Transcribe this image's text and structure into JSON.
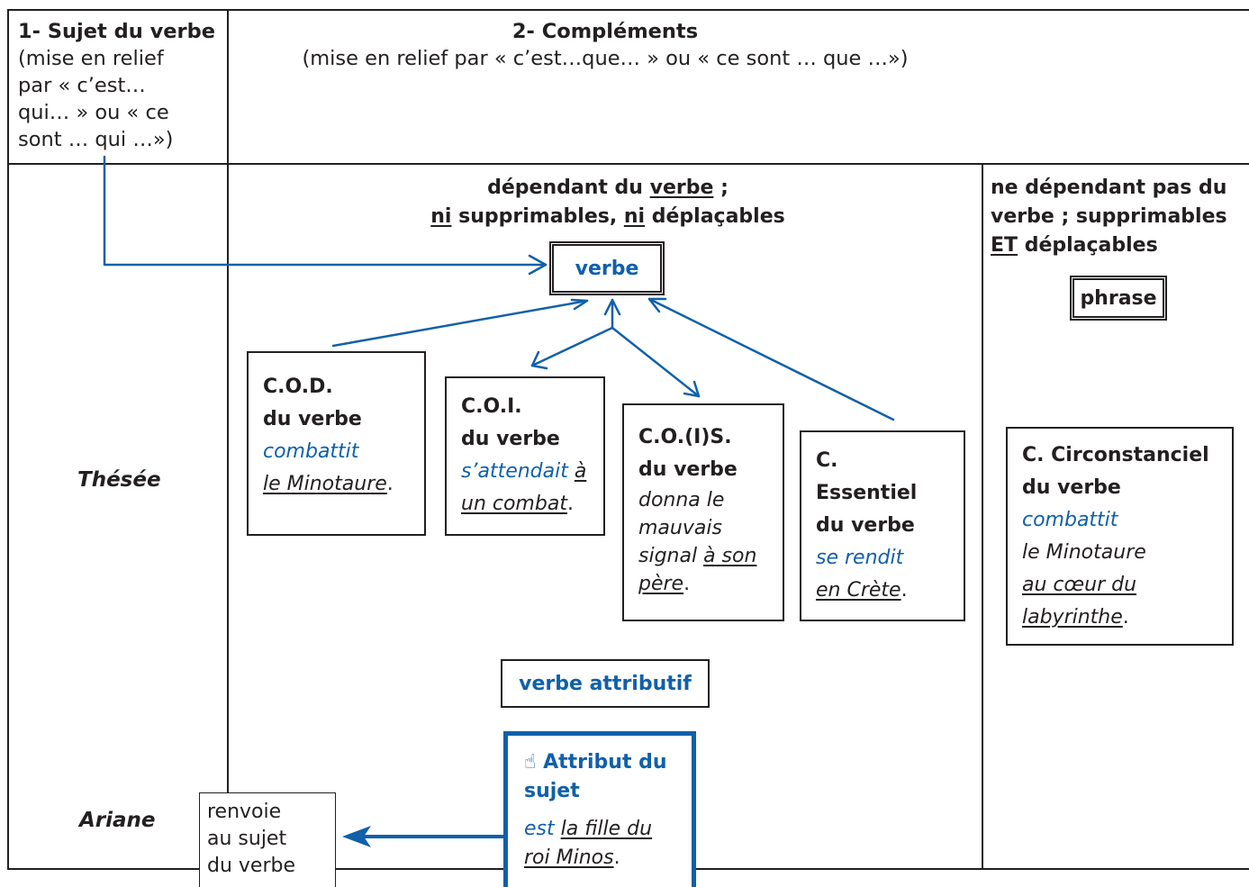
{
  "header": {
    "col1_title": "1- Sujet du verbe",
    "col1_sub": [
      "(mise en relief",
      "par « c’est…",
      "qui… »  ou « ce",
      "sont … qui …»)"
    ],
    "col2_title": "2- Compléments",
    "col2_sub": "(mise en relief par « c’est…que… » ou « ce sont … que …»)"
  },
  "dependent": {
    "title_line1_a": "dépendant du ",
    "title_line1_b": "verbe",
    "title_line1_c": " ;",
    "title_line2_a": "ni",
    "title_line2_b": " supprimables, ",
    "title_line2_c": "ni",
    "title_line2_d": " déplaçables",
    "verbe_box": "verbe"
  },
  "independent": {
    "title_line1": "ne dépendant pas du",
    "title_line2": "verbe ; supprimables",
    "title_line3_a": "ET",
    "title_line3_b": " déplaçables",
    "phrase_box": "phrase"
  },
  "subjects": {
    "row1": "Thésée",
    "row2": "Ariane"
  },
  "complements": {
    "cod": {
      "t1": "C.O.D.",
      "t2": "du verbe",
      "ex1": "combattit",
      "ex2": "le Minotaure",
      "ex2_end": "."
    },
    "coi": {
      "t1": "C.O.I.",
      "t2": "du verbe",
      "ex1_a": "s’attendait ",
      "ex1_b": "à",
      "ex2": "un combat",
      "ex2_end": "."
    },
    "cois": {
      "t1": "C.O.(I)S.",
      "t2": "du verbe",
      "ex1": "donna le",
      "ex2": "mauvais",
      "ex3_a": "signal ",
      "ex3_b": "à son",
      "ex4": "père",
      "ex4_end": "."
    },
    "ce": {
      "t1": "C.",
      "t2": "Essentiel",
      "t3": "du verbe",
      "ex1": "se rendit",
      "ex2": "en Crète",
      "ex2_end": "."
    },
    "cc": {
      "t1": "C. Circonstanciel",
      "t2": "du verbe",
      "ex1": "combattit",
      "ex2": "le Minotaure",
      "ex3": "au cœur du",
      "ex4": "labyrinthe",
      "ex4_end": "."
    }
  },
  "attributif": {
    "verbe_box": "verbe attributif",
    "hand_icon": "☝",
    "title1": "Attribut du",
    "title2": "sujet",
    "ex1_a": "est",
    "ex1_b": "la fille du",
    "ex2": "roi Minos",
    "ex2_end": "."
  },
  "note": [
    "renvoie",
    "au sujet",
    "du verbe"
  ],
  "colors": {
    "blue": "#1060aa",
    "ink": "#231f20"
  }
}
